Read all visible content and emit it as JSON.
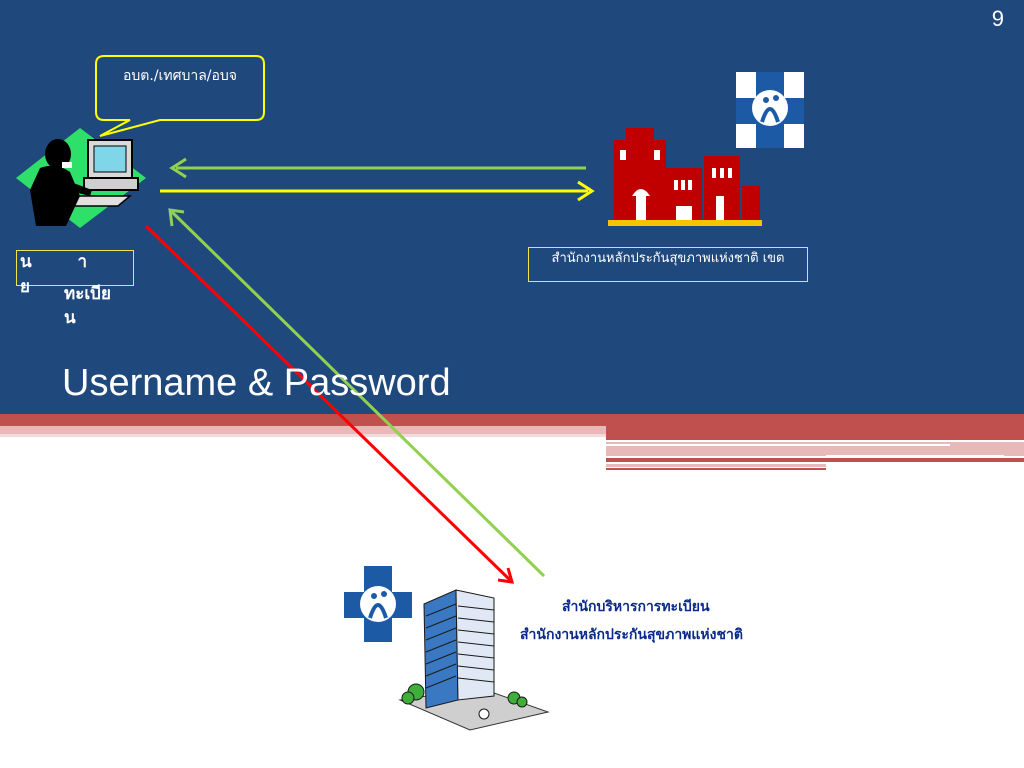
{
  "slide": {
    "page_number": "9",
    "title": "Username & Password"
  },
  "nodes": {
    "local_org_bubble": "อบต./เทศบาล/อบจ",
    "registrar_label": "นายทะเบียน",
    "registrar_label_line1": "น า ย",
    "registrar_label_line2": "ทะเบีย น",
    "region_office_label": "สำนักงานหลักประกันสุขภาพแห่งชาติ เขต",
    "central_office_line1": "สำนักบริหารการทะเบียน",
    "central_office_line2": "สำนักงานหลักประกันสุขภาพแห่งชาติ"
  },
  "icons": [
    "computer-user-icon",
    "nhso-logo-icon",
    "red-buildings-icon",
    "office-tower-icon"
  ],
  "colors": {
    "background_top": "#1f497d",
    "band_red": "#c0504d",
    "arrow_green": "#92d050",
    "arrow_yellow": "#ffff00",
    "arrow_red": "#ff0000",
    "box_border": "#f5e14a",
    "central_text": "#0b2a8a"
  }
}
